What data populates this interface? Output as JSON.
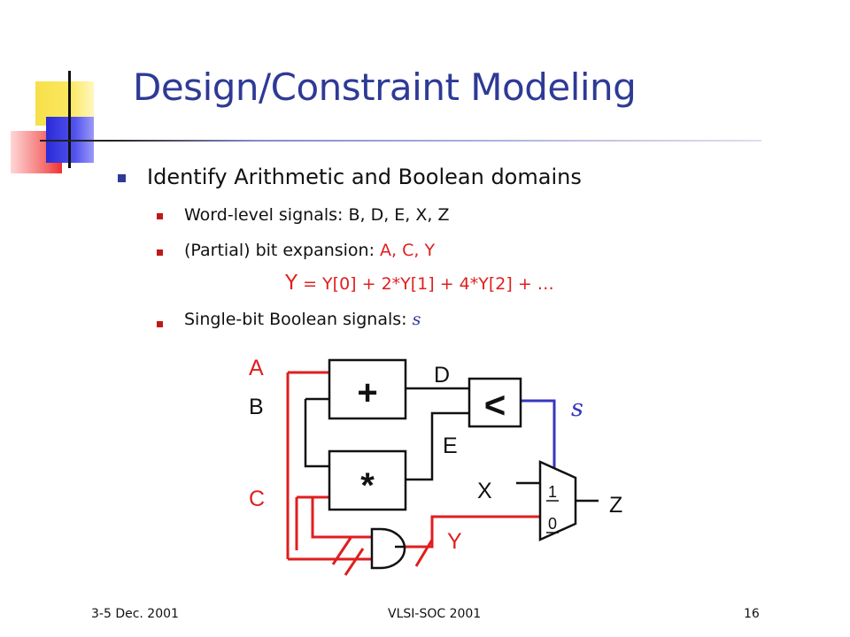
{
  "slide": {
    "title": "Design/Constraint Modeling",
    "bullet_main": "Identify Arithmetic and Boolean domains",
    "sub_bullets": {
      "word_level_prefix": "Word-level signals: ",
      "word_level_signals": "B, D, E, X, Z",
      "bit_expansion_prefix": "(Partial) bit expansion: ",
      "bit_expansion_signals": "A, C, Y",
      "formula_var": "Y",
      "formula_expr": " = Y[0] + 2*Y[1] + 4*Y[2] + …",
      "boolean_prefix": "Single-bit Boolean signals: ",
      "boolean_signal": "s"
    }
  },
  "circuit": {
    "labels": {
      "A": "A",
      "B": "B",
      "C": "C",
      "D": "D",
      "E": "E",
      "s": "s",
      "X": "X",
      "Y": "Y",
      "Z": "Z"
    },
    "adder_symbol": "+",
    "multiplier_symbol": "*",
    "comparator_symbol": "<",
    "mux_input_1": "1",
    "mux_input_0": "0"
  },
  "footer": {
    "left": "3-5 Dec. 2001",
    "center": "VLSI-SOC 2001",
    "page_number": "16"
  },
  "colors": {
    "title": "#2e3a96",
    "highlight_red": "#e01e1e",
    "highlight_blue": "#2e3a96",
    "wire_red": "#e01e1e",
    "wire_blue": "#3636c0"
  }
}
